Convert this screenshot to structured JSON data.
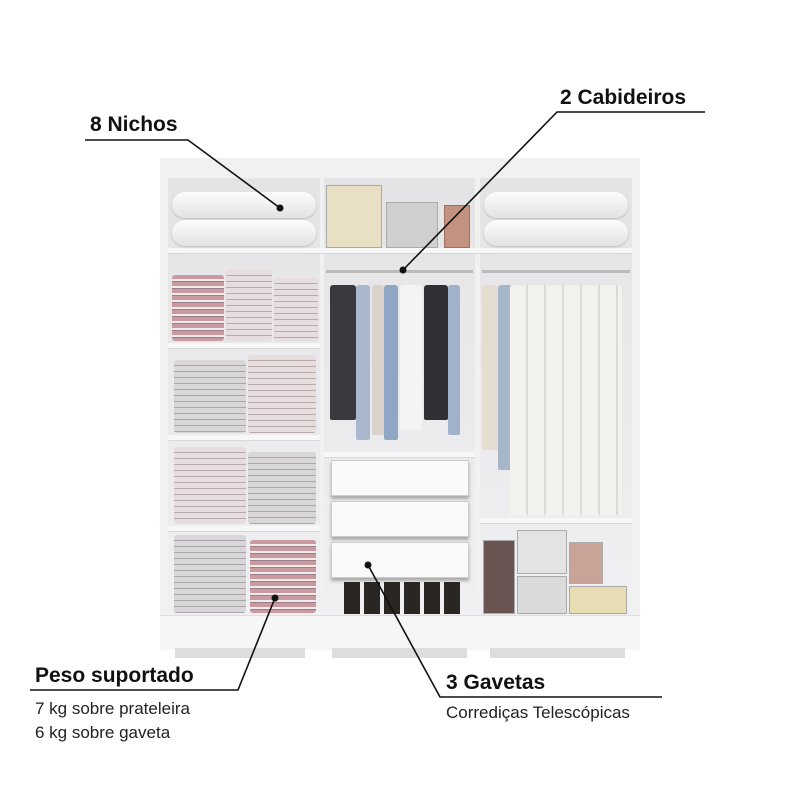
{
  "annotations": {
    "niches": {
      "title": "8 Nichos"
    },
    "hangers": {
      "title": "2 Cabideiros"
    },
    "weight": {
      "title": "Peso suportado",
      "lines": [
        "7 kg sobre prateleira",
        "6 kg sobre gaveta"
      ]
    },
    "drawers": {
      "title": "3 Gavetas",
      "subtitle": "Corrediças Telescópicas"
    }
  },
  "colors": {
    "wardrobe": "#f1f1f1",
    "text": "#111111",
    "line": "#111111"
  }
}
